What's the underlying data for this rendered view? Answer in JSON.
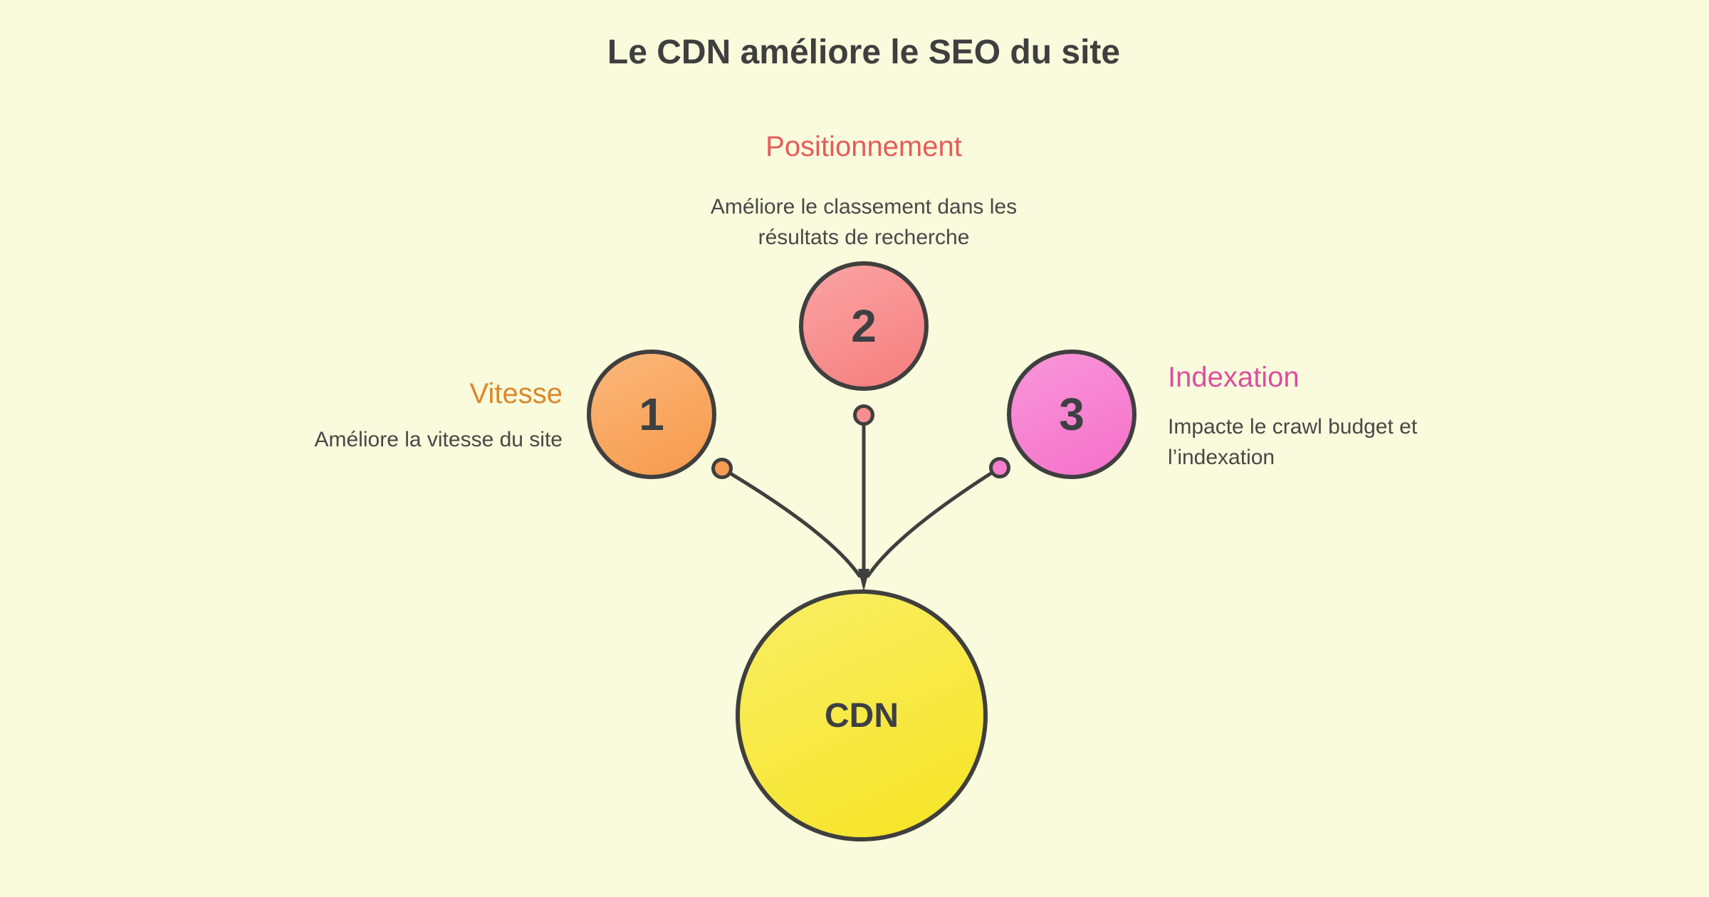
{
  "title": "Le CDN améliore le SEO du site",
  "colors": {
    "background": "#f9fbdc",
    "line": "#3f3f3f",
    "title_text": "#3f3f3f",
    "number_text": "#3d4043",
    "description_text": "#484848"
  },
  "center": {
    "label": "CDN",
    "colors": {
      "fill_light": "#f9ee65",
      "fill_dark": "#f6e424"
    }
  },
  "nodes": [
    {
      "number": "1",
      "label": "Vitesse",
      "description_lines": [
        "Améliore la vitesse du site"
      ],
      "colors": {
        "accent": "#dd872c",
        "fill_light": "#fbb77b",
        "fill_dark": "#f79a4b",
        "dot": "#f79c52"
      }
    },
    {
      "number": "2",
      "label": "Positionnement",
      "description_lines": [
        "Améliore le classement dans les",
        "résultats de recherche"
      ],
      "colors": {
        "accent": "#e45c5c",
        "fill_light": "#fba3a3",
        "fill_dark": "#f57e7e",
        "dot": "#f88e8e"
      }
    },
    {
      "number": "3",
      "label": "Indexation",
      "description_lines": [
        "Impacte le crawl budget et",
        "l’indexation"
      ],
      "colors": {
        "accent": "#dc4fa1",
        "fill_light": "#fa96da",
        "fill_dark": "#f471c9",
        "dot": "#f67fd0"
      }
    }
  ]
}
